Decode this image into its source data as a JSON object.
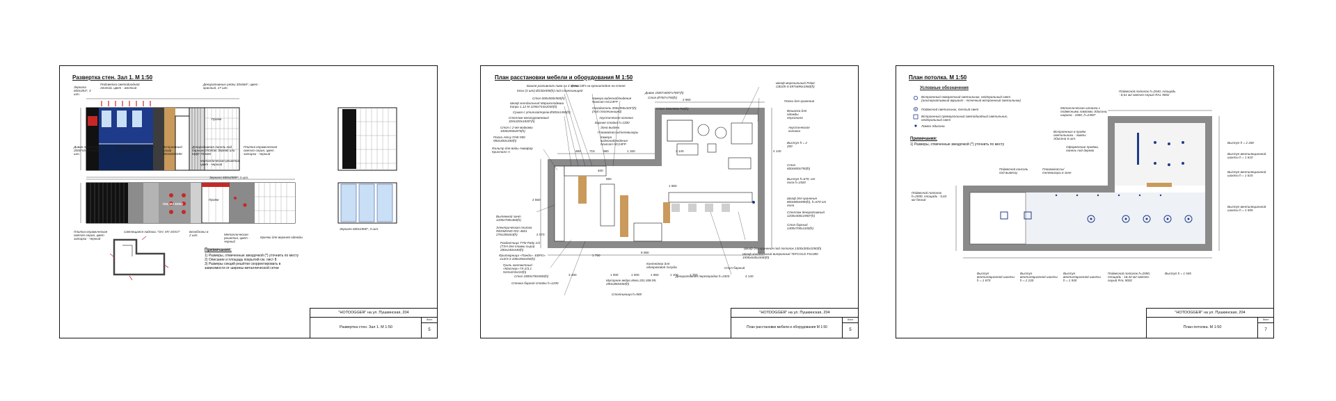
{
  "sheets": [
    {
      "title": "Развертка стен. Зал 1. М 1:50",
      "stamp": {
        "project": "\"HOTDOGGER\" на ул. Пушкинская, 204",
        "name": "Развертка стен. Зал 1. М 1:50",
        "sheet_label": "Лист",
        "sheet_no": "5"
      },
      "labels": [
        "Зеркала 600х353*, 3 шт.",
        "Подсветка светодиодной лентой, цвет - желтый",
        "Декоративные рейки 30х666*, цвет - красный, 17 шт.",
        "Проём",
        "Диван линейный 2000*х550*х900(h), 2 шт.",
        "Стеллаж металлический 1300х392х1920*(h)",
        "Встроенный шкаф 800х600х590",
        "Декоративная панель над барным столом. дерево или МДФ 700х60",
        "Плитка керамическая светло-серая, цвет затирки - черный",
        "Металлическая решетка, цвет - черный",
        "Зеркало 600х2500*, 3 шт.",
        "Плитка керамическая светло-серая, цвет затирки - черный",
        "Светящаяся надпись \"OH, MY DOG!\"",
        "Безоблоны в 2 шт.",
        "Металлическая решетка, цвет - черный",
        "Крючки для верхней одежды",
        "Зеркало 600х1900*, 3 шт.",
        "Проём",
        "ОН, МУ DOG!"
      ],
      "notes_title": "Примечания:",
      "notes": [
        "1) Размеры, отмеченные звездочкой (*) уточнить по месту",
        "2) Описание и площадь покрытий см. лист 8",
        "3) Размеры секций решётки скорректировать в зависимости от ширины металлической сетки"
      ]
    },
    {
      "title": "План расстановки мебели и оборудования М 1:50",
      "stamp": {
        "project": "\"HOTDOGGER\" на ул. Пушкинская, 204",
        "name": "План расстановки мебели и оборудования М 1:50",
        "sheet_label": "Лист",
        "sheet_no": "5"
      },
      "labels_left": [
        "Башня разливного пива на 3 крана",
        "Кеги (3 шт) Ø230х590(h) под столешницей",
        "Стол 600х500х900(h)",
        "Шкаф холодильный Марихолодмаш Капри 1,12 М 1190х710х2030(h)",
        "Сушка с утилизатором Ø300х1450(h)",
        "Стеллаж многоуровневый 320х320х1830*(h)",
        "Стол с 2-мя мойками 1000х550х870(h)",
        "Полка Atesy ПНК-950 950х300х180(h)",
        "Фильтр для воды Аквафор Кристалл А",
        "Вытяжной зонт 1200х700х460(h)",
        "Электрическая плитка REDMOND RIC-4601 276х356х64(h)",
        "Раздатчица ТТМ Patty 1/4 (ТЭН для плавки сыра) 280х240х340(h)",
        "Фритюрница «Пандо» -ЕВРО» -1х3/Э-3 208х350х350(h)",
        "Гриль контактный «Мастер» ГК-2/3.1 510х423х210(h)",
        "Стол 1800х700х900(h)",
        "Стенка барной стойки h=1200"
      ],
      "labels_top": [
        "Печь СВЧ на кронштейне на стене",
        "Камера видеонаблюдения Novicam NC24FP",
        "Охладитель 355х355х325*(h) (под столешницей)",
        "Акустическая колонка",
        "Барная стойка h=1300",
        "Зона выдачи",
        "Плазма/кассы/телевизоры",
        "Камера видеонаблюдения Novicam NC24FP",
        "Диван 1500*х690*х780*(h)",
        "Стол Ø750*х750(h)",
        "Стол 550х550х750(h)",
        "Шкаф морозильный Polair CB105-S 697х695х1960(h)",
        "Полки для хранения",
        "Вешалка для одежды персонала",
        "Акустическая колонка",
        "Выступ h = 2 200",
        "Стол 600х600х750(h)",
        "Выступ h=670, от пола h=1920"
      ],
      "labels_bottom": [
        "Шкаф для хранения 800х800х990(h), h=570 от пола",
        "Стеллаж декоративный 1200х400х1900*(h)",
        "Стол барный 1400х700х1100(h)",
        "Шкаф для хранения под потолок 1300х300х1050(h)",
        "Шкаф холодильный витринный TEFCOLD FS1380 1595х640х1840(h)",
        "Стул барный",
        "Декоративная перегородка h=1920",
        "Контейнер для одноразовой посуды",
        "Мусорное ведро Икеа 201.938.99, 290х380х550(h)",
        "Столешница h=900"
      ],
      "dims": [
        "2 960",
        "8 080",
        "4 140",
        "2 550",
        "1 650",
        "1 150",
        "980",
        "715",
        "680",
        "1 000",
        "1 650",
        "1 100",
        "4 140",
        "400",
        "650",
        "3 460",
        "1 000",
        "1 750",
        "3 140",
        "1 750",
        "2 070"
      ]
    },
    {
      "title": "План потолка. М 1:50",
      "stamp": {
        "project": "\"HOTDOGGER\" на ул. Пушкинская, 204",
        "name": "План потолка. М 1:50",
        "sheet_label": "Лист",
        "sheet_no": "7"
      },
      "legend_title": "Условные обозначения",
      "legend": [
        "Встроенный поворотный светильник, нейтральный свет (альтернативный вариант - точечный встроенный светильник)",
        "Подвесной светильник, теплый свет",
        "Встроенный прямоугольный светодиодный светильник, нейтральный свет",
        "Лампа Эдисона"
      ],
      "notes_title": "Примечания:",
      "notes": [
        "1) Размеры, отмеченные звездочкой (*) уточнить по месту"
      ],
      "labels": [
        "Подвесной потолок h=2540, площадь - 8,61 м2 светло-серый RAL 9002",
        "Металлическая штанга с подвесными лампами Эдисона, ширина - 1650, h=2350*",
        "Встроенные в проём светильники - лампы Эдисона 6 шт.",
        "Оформление проёма, панель под дерево",
        "Выступ h = 2 200",
        "Выступ вентиляционной шахты h = 1 610",
        "Выступ вентиляционной шахты h = 1 615",
        "Выступ вентиляционной шахты h = 1 505",
        "Подвесной консоль под вывеску",
        "Плазма/кассы/телевизоры в зоне",
        "Подвесной потолок h=2590, площадь - 5,63 м2 белый",
        "Выступ вентиляционной шахты h = 1 670",
        "Выступ вентиляционной шахты h = 2 230",
        "Выступ вентиляционной шахты h = 1 930",
        "Подвесной потолок h=2590, площадь - 18,32 м2 светло-серый RAL 9002",
        "Выступ h = 1 545"
      ]
    }
  ],
  "colors": {
    "accent_red": "#c62828",
    "accent_blue": "#1e3a8a",
    "light_blue": "#c9dff5",
    "wood": "#c99a5b"
  }
}
